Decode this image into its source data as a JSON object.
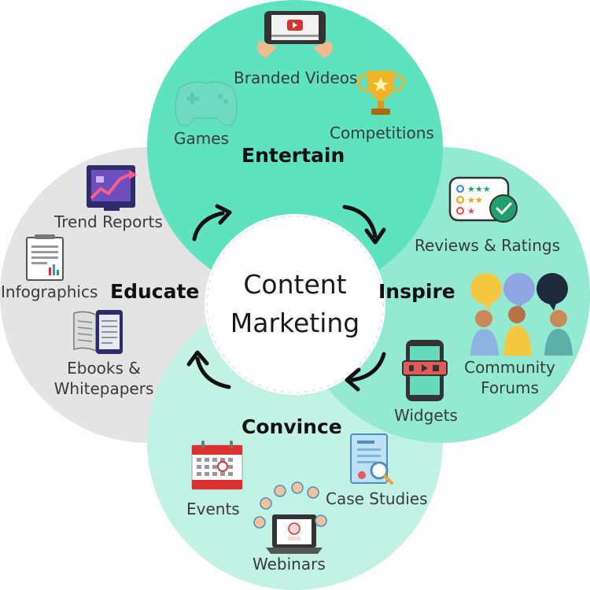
{
  "center": {
    "line1": "Content",
    "line2": "Marketing"
  },
  "sections": {
    "entertain": {
      "heading": "Entertain",
      "items": [
        "Branded Videos",
        "Games",
        "Competitions"
      ]
    },
    "inspire": {
      "heading": "Inspire",
      "items": [
        "Reviews & Ratings",
        "Community",
        "Forums",
        "Widgets"
      ]
    },
    "convince": {
      "heading": "Convince",
      "items": [
        "Events",
        "Case Studies",
        "Webinars"
      ]
    },
    "educate": {
      "heading": "Educate",
      "items": [
        "Trend Reports",
        "Infographics",
        "Ebooks &",
        "Whitepapers"
      ]
    }
  },
  "colors": {
    "entertain": "#5ee3be",
    "inspire": "#93ead1",
    "convince": "#c2f2e3",
    "educate": "#e4e4e4",
    "arrow": "#111111"
  },
  "icons": [
    "tablet-video-icon",
    "trophy-icon",
    "gamepad-icon",
    "rating-card-icon",
    "people-chat-icon",
    "phone-widget-icon",
    "calendar-icon",
    "case-study-icon",
    "laptop-webinar-icon",
    "trend-chart-icon",
    "infographic-icon",
    "ebook-icon"
  ]
}
